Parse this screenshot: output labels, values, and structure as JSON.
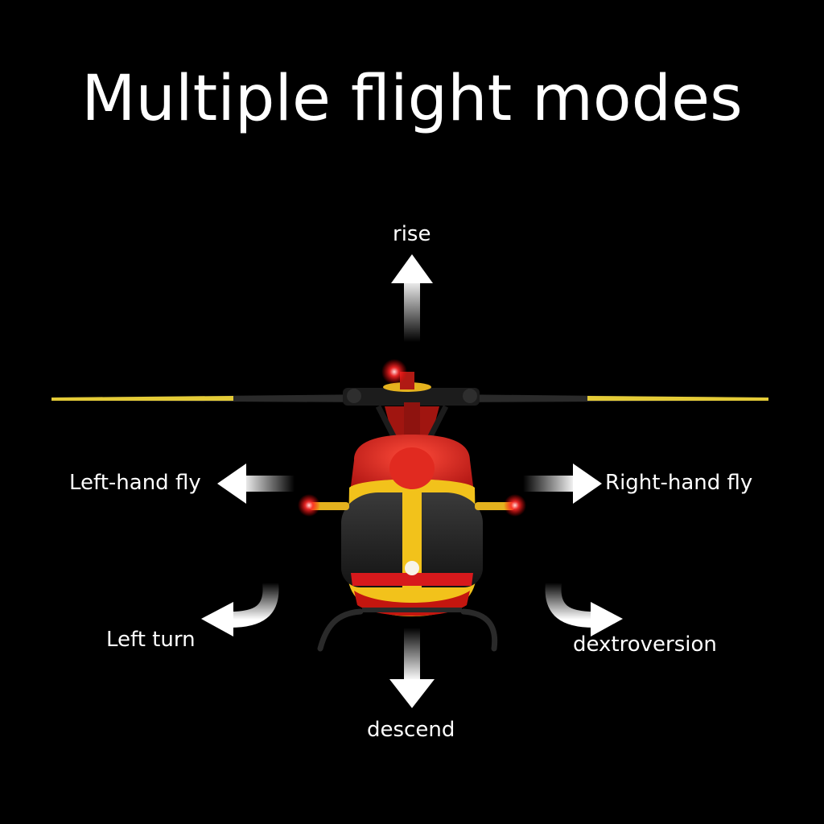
{
  "title": "Multiple flight modes",
  "modes": {
    "rise": "rise",
    "descend": "descend",
    "left_hand_fly": "Left-hand fly",
    "right_hand_fly": "Right-hand fly",
    "left_turn": "Left turn",
    "dextroversion": "dextroversion"
  },
  "colors": {
    "background": "#000000",
    "text": "#ffffff",
    "helicopter_red": "#d7191c",
    "helicopter_yellow": "#f2c21b",
    "nav_light": "#ff2a2a"
  },
  "icons": {
    "rise": "arrow-up-icon",
    "descend": "arrow-down-icon",
    "left_hand_fly": "arrow-left-icon",
    "right_hand_fly": "arrow-right-icon",
    "left_turn": "curved-arrow-left-icon",
    "dextroversion": "curved-arrow-right-icon"
  }
}
